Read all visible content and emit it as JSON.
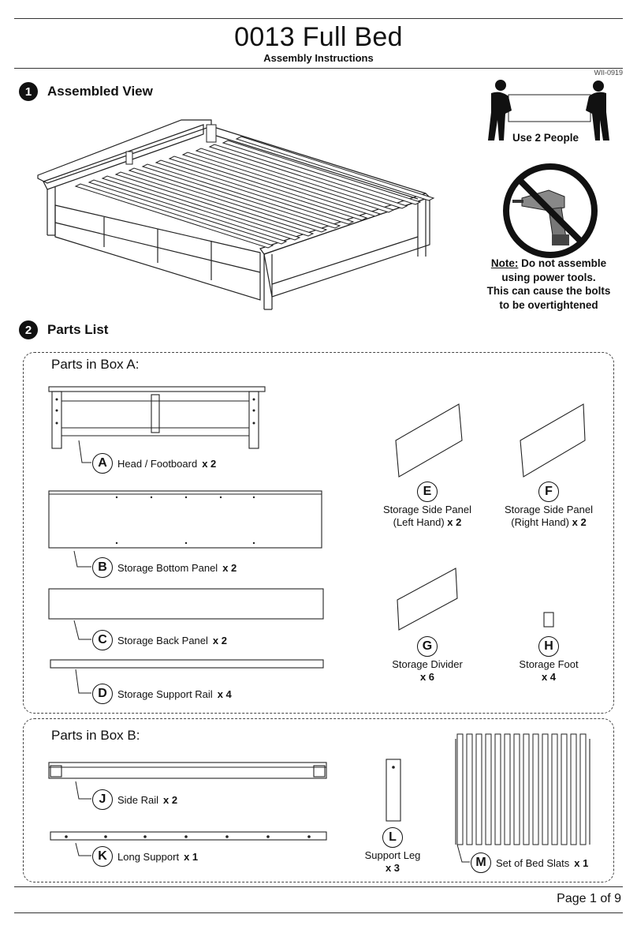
{
  "header": {
    "title": "0013 Full Bed",
    "subtitle": "Assembly Instructions",
    "doc_code": "WII-0919"
  },
  "steps": [
    {
      "number": "1",
      "title": "Assembled View"
    },
    {
      "number": "2",
      "title": "Parts List"
    }
  ],
  "notices": {
    "people_label": "Use 2 People",
    "note_prefix": "Note:",
    "note_line1": " Do not assemble",
    "note_line2": "using power tools.",
    "note_line3": "This can cause the bolts",
    "note_line4": "to be overtightened"
  },
  "box_a": {
    "label": "Parts in Box A:",
    "parts": [
      {
        "letter": "A",
        "name": "Head / Footboard",
        "qty": "x 2"
      },
      {
        "letter": "B",
        "name": "Storage Bottom Panel",
        "qty": "x 2"
      },
      {
        "letter": "C",
        "name": "Storage Back Panel",
        "qty": "x 2"
      },
      {
        "letter": "D",
        "name": "Storage Support Rail",
        "qty": "x 4"
      },
      {
        "letter": "E",
        "name_line1": "Storage Side Panel",
        "name_line2": "(Left Hand)",
        "qty": "x 2"
      },
      {
        "letter": "F",
        "name_line1": "Storage Side Panel",
        "name_line2": "(Right Hand)",
        "qty": "x 2"
      },
      {
        "letter": "G",
        "name": "Storage Divider",
        "qty": "x 6"
      },
      {
        "letter": "H",
        "name": "Storage Foot",
        "qty": "x 4"
      }
    ]
  },
  "box_b": {
    "label": "Parts in Box B:",
    "parts": [
      {
        "letter": "J",
        "name": "Side Rail",
        "qty": "x 2"
      },
      {
        "letter": "K",
        "name": "Long Support",
        "qty": "x 1"
      },
      {
        "letter": "L",
        "name": "Support Leg",
        "qty": "x 3"
      },
      {
        "letter": "M",
        "name": "Set of Bed Slats",
        "qty": "x 1"
      }
    ]
  },
  "footer": {
    "page": "Page 1 of 9"
  },
  "icons": [
    "two-people-icon",
    "no-power-tools-icon"
  ]
}
